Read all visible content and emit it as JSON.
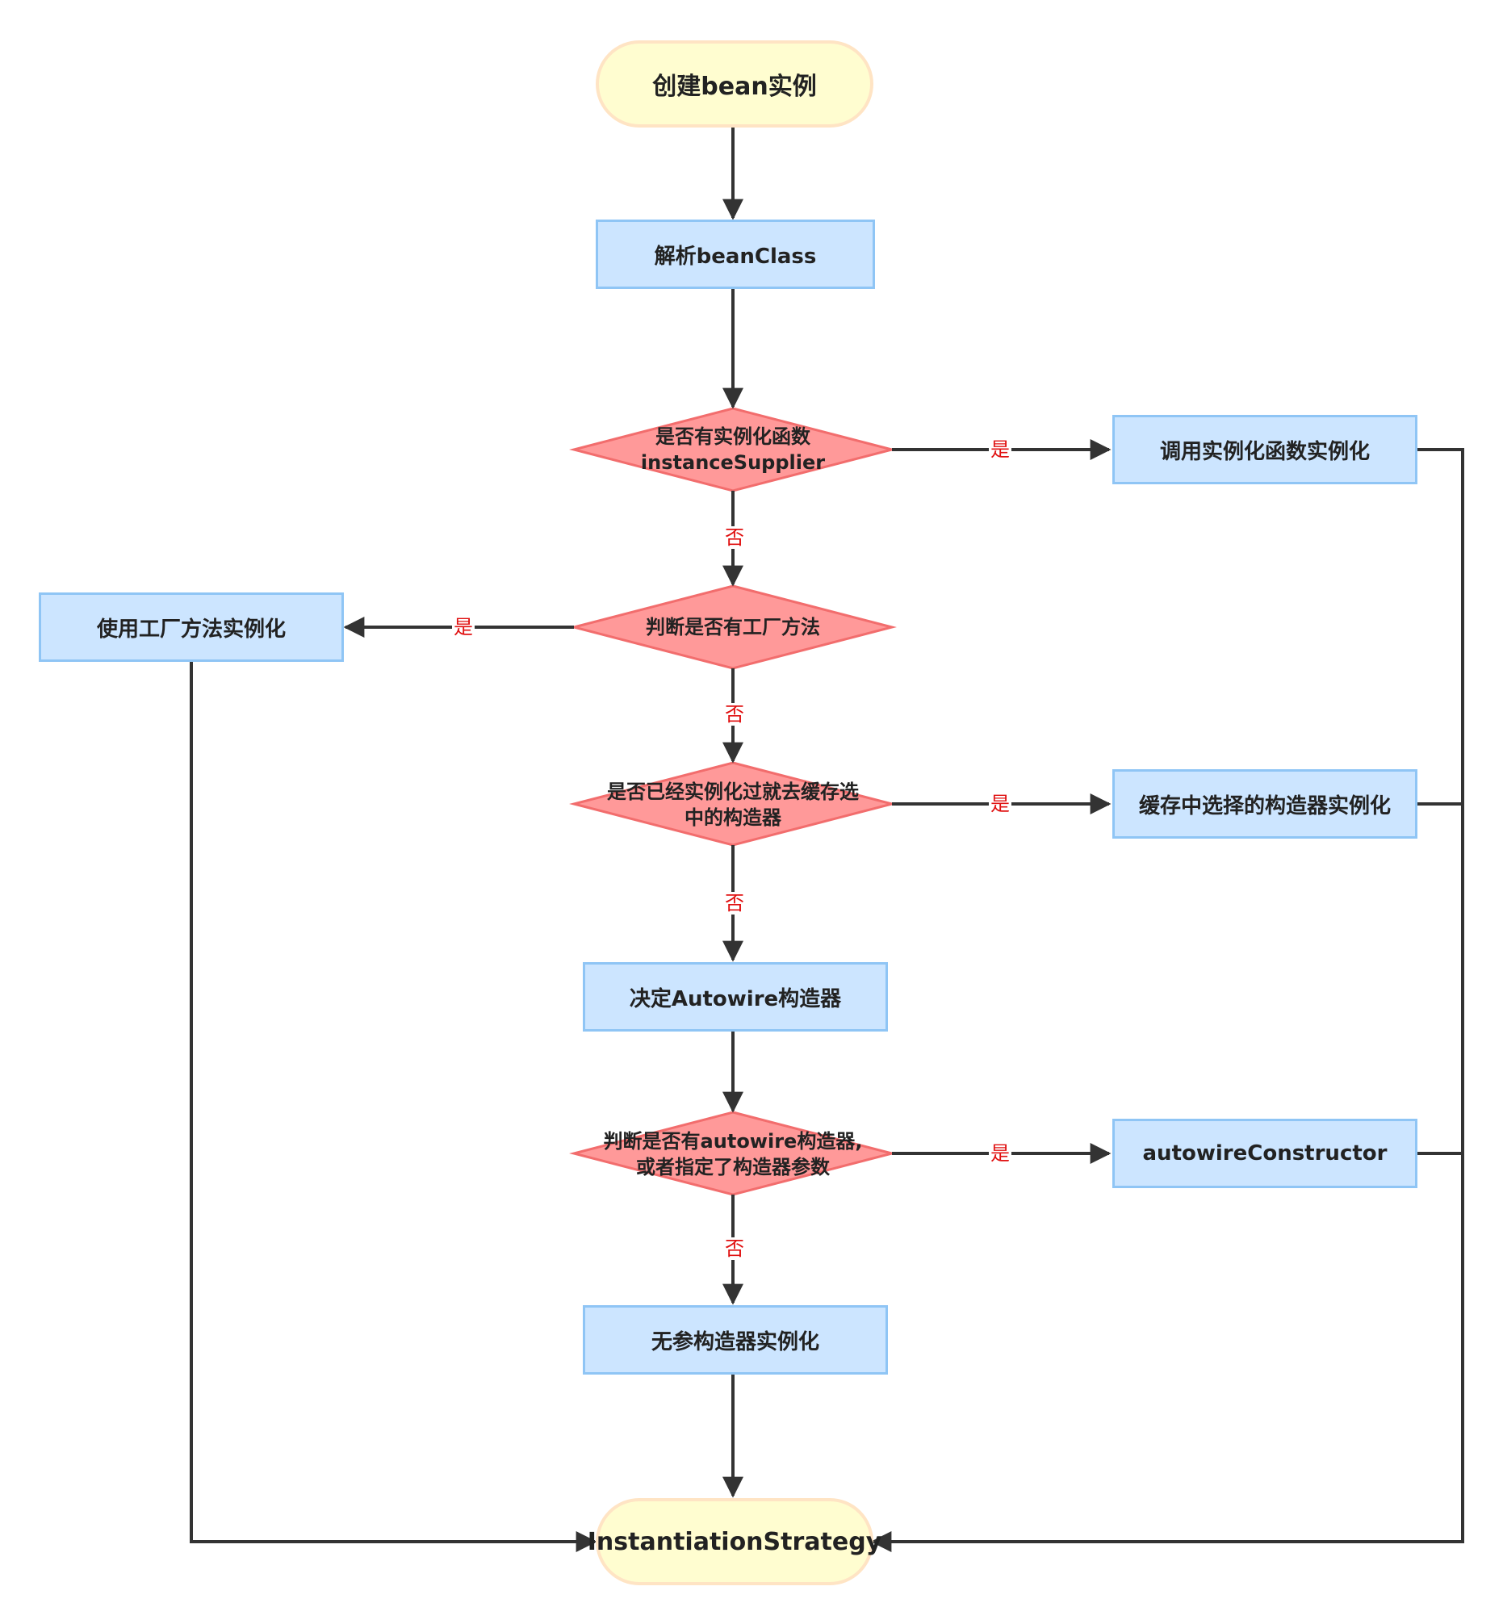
{
  "colors": {
    "terminal_fill": "#fffdd0",
    "terminal_border": "#ffe4c4",
    "process_fill": "#cce5ff",
    "process_border": "#8fc5f5",
    "decision_fill": "#ff9999",
    "decision_border": "#f26d6d",
    "label": "#e01010",
    "edge": "#333333"
  },
  "nodes": {
    "start": "创建bean实例",
    "parse": "解析beanClass",
    "d1_line1": "是否有实例化函数",
    "d1_line2": "instanceSupplier",
    "supplier": "调用实例化函数实例化",
    "d2": "判断是否有工厂方法",
    "factory": "使用工厂方法实例化",
    "d3_line1": "是否已经实例化过就去缓存选",
    "d3_line2": "中的构造器",
    "cached": "缓存中选择的构造器实例化",
    "decide": "决定Autowire构造器",
    "d4_line1": "判断是否有autowire构造器,",
    "d4_line2": "或者指定了构造器参数",
    "autowire": "autowireConstructor",
    "noarg": "无参构造器实例化",
    "end": "InstantiationStrategy"
  },
  "labels": {
    "yes": "是",
    "no": "否"
  }
}
